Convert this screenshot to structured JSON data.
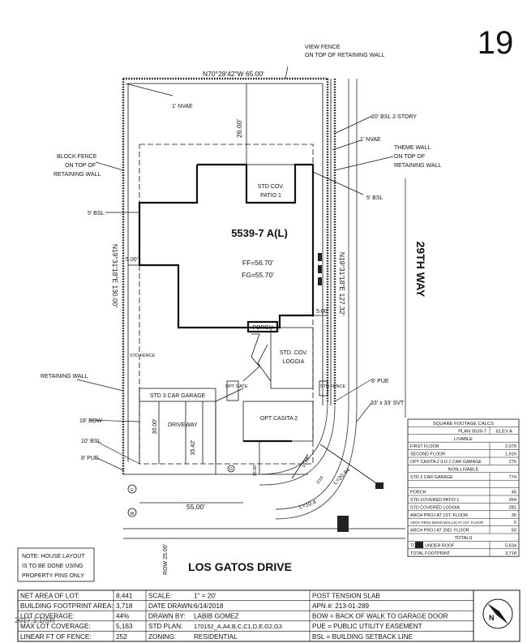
{
  "sheet_number": "19",
  "lot": {
    "lot_id": "5539-7 A(L)",
    "ff": "FF=56.70'",
    "fg": "FG=55.70'",
    "top_bearing": "N70°28'42\"W  65.00'",
    "left_bearing": "N19°31'18\"E 130.00'",
    "right_bearing": "N19°31'18\"E 127.32'",
    "bottom_dim": "55.00'"
  },
  "dims": {
    "d26": "26.00'",
    "d5_left": "5.00'",
    "d5_right": "5.00'",
    "d30": "30.00'",
    "d3542": "35.42'",
    "d1500": "15.00'",
    "d1668": "16.68'",
    "d14": "D14",
    "l2094": "L=20.94",
    "l104": "L=10.4"
  },
  "labels": {
    "view_fence_1": "VIEW FENCE",
    "view_fence_2": "ON TOP OF RETAINING WALL",
    "nvae_top": "1' NVAE",
    "bsl_2story": "20' BSL 2-STORY",
    "theme_wall_1": "THEME WALL",
    "theme_wall_2": "ON TOP OF",
    "theme_wall_3": "RETAINING WALL",
    "nvae_right": "1' NVAE",
    "bsl_right": "5' BSL",
    "block_fence_1": "BLOCK FENCE",
    "block_fence_2": "ON TOP OF",
    "block_fence_3": "RETAINING WALL",
    "bsl_left": "5' BSL",
    "std_cov_patio_1": "STD COV.",
    "std_cov_patio_2": "PATIO 1",
    "porch": "PORCH",
    "std_cov_loggia_1": "STD. COV.",
    "std_cov_loggia_2": "LOGGIA",
    "std_fence_left": "STD FENCE",
    "std_fence_right": "STD FENCE",
    "retaining_wall": "RETAINING WALL",
    "garage": "STD 3 CAR GARAGE",
    "opt_gate": "OPT GATE",
    "pue_right": "8' PUE",
    "svt": "33' x 33' SVT",
    "bow": "18' BOW",
    "driveway": "DRIVEWAY",
    "opt_casita": "OPT CASITA 2",
    "bsl_10": "10' BSL",
    "pue_left": "8' PUE",
    "street_right": "29TH WAY",
    "street_bottom": "LOS GATOS DRIVE",
    "row": "ROW 25.00'",
    "meter_1": "E",
    "meter_2": "W",
    "meter_3": "G",
    "note_1": "NOTE: HOUSE LAYOUT",
    "note_2": "IS TO BE DONE USING",
    "note_3": "PROPERTY PINS ONLY"
  },
  "sqft_table": {
    "title": "SQUARE FOOTAGE CALCS",
    "col_plan": "PLAN 5539-7",
    "col_elev": "ELEV A",
    "livable_header": "LIVABLE",
    "nonlivable_header": "NON-LIVABLE",
    "totals_header": "TOTALS",
    "livable": [
      {
        "label": "FIRST FLOOR",
        "value": "2,079"
      },
      {
        "label": "SECOND FLOOR",
        "value": "1,916"
      },
      {
        "label": "OPT CASITA 2 ILO 1 CAR GARAGE",
        "value": "275"
      }
    ],
    "nonlivable": [
      {
        "label": "STD 3 CAR GARAGE",
        "value": "774"
      },
      {
        "label": "",
        "value": ""
      },
      {
        "label": "PORCH",
        "value": "45"
      },
      {
        "label": "STD COVERED PATIO 1",
        "value": "264"
      },
      {
        "label": "STD COVERED LOGGIA",
        "value": "281"
      },
      {
        "label": "ARCH PROJ AT 1ST. FLOOR",
        "value": "30"
      },
      {
        "label": "ARCH PROJ (W/NO WALLS) AT 1ST. FLOOR",
        "value": "0"
      },
      {
        "label": "ARCH PROJ AT 2ND. FLOOR",
        "value": "50"
      }
    ],
    "totals": [
      {
        "label": "TOTAL UNDER ROOF",
        "value": "5,634"
      },
      {
        "label": "TOTAL FOOTPRINT",
        "value": "3,718"
      }
    ]
  },
  "info_table": {
    "rows": [
      [
        "NET AREA OF LOT:",
        "8,441",
        "SCALE:",
        "1\" = 20'",
        "POST TENSION SLAB"
      ],
      [
        "BUILDING FOOTPRINT AREA:",
        "3,718",
        "DATE DRAWN:",
        "6/14/2018",
        "APN #:  213-01-289"
      ],
      [
        "LOT COVERAGE:",
        "44%",
        "DRAWN BY:",
        "LABIB GOMEZ",
        "BOW = BACK OF WALK TO GARAGE DOOR"
      ],
      [
        "MAX LOT COVERAGE:",
        "5,163",
        "STD PLAN:",
        "170152_A,A4,B,C,C1,D,E,G2,G3",
        "PUE = PUBLIC UTILITY EASEMENT"
      ],
      [
        "LINEAR FT OF FENCE:",
        "252",
        "ZONING:",
        "RESIDENTIAL",
        "BSL = BUILDING SETBACK LINE"
      ]
    ],
    "watermark": "2017.1.1/SR",
    "north": "N"
  }
}
